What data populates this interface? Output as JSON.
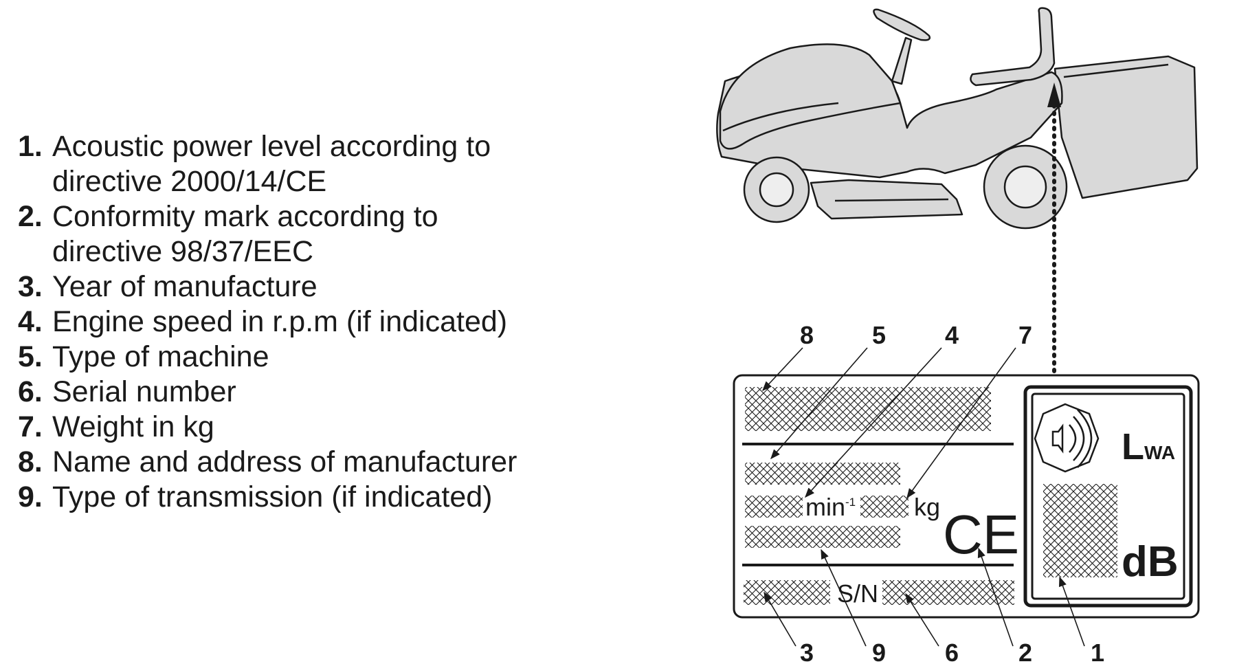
{
  "legend": {
    "items": [
      {
        "num": "1.",
        "text": "Acoustic power level according to\ndirective 2000/14/CE"
      },
      {
        "num": "2.",
        "text": "Conformity mark according to\ndirective 98/37/EEC"
      },
      {
        "num": "3.",
        "text": "Year of manufacture"
      },
      {
        "num": "4.",
        "text": "Engine speed in r.p.m (if indicated)"
      },
      {
        "num": "5.",
        "text": "Type of machine"
      },
      {
        "num": "6.",
        "text": "Serial number"
      },
      {
        "num": "7.",
        "text": "Weight in kg"
      },
      {
        "num": "8.",
        "text": "Name and address of manufacturer"
      },
      {
        "num": "9.",
        "text": "Type of transmission (if indicated)"
      }
    ]
  },
  "plate": {
    "min": "min",
    "min_exp": "-1",
    "kg": "kg",
    "sn": "S/N",
    "ce": "CE",
    "lwa_l": "L",
    "lwa_sub": "WA",
    "db": "dB"
  },
  "callouts": {
    "top": [
      "8",
      "5",
      "4",
      "7"
    ],
    "bottom": [
      "3",
      "9",
      "6",
      "2",
      "1"
    ]
  },
  "colors": {
    "ink": "#1a1a1a",
    "tractor_fill": "#d9d9d9"
  }
}
